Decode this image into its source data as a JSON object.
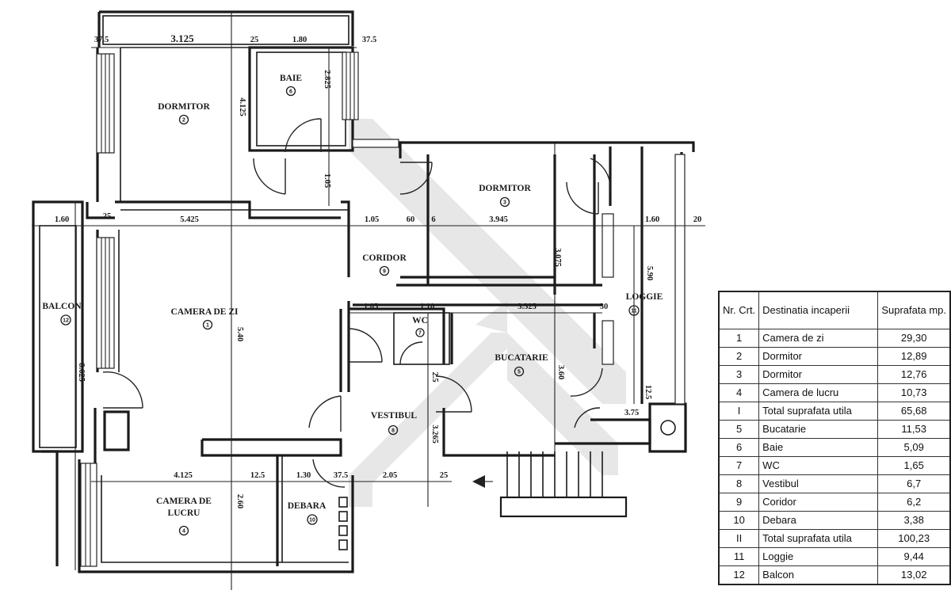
{
  "plan": {
    "rooms": [
      {
        "label": "DORMITOR",
        "num": "2"
      },
      {
        "label": "BAIE",
        "num": "6"
      },
      {
        "label": "DORMITOR",
        "num": "3"
      },
      {
        "label": "CORIDOR",
        "num": "9"
      },
      {
        "label": "BALCON",
        "num": "12"
      },
      {
        "label": "CAMERA DE ZI",
        "num": "1"
      },
      {
        "label": "LOGGIE",
        "num": "11"
      },
      {
        "label": "WC",
        "num": "7"
      },
      {
        "label": "BUCATARIE",
        "num": "5"
      },
      {
        "label": "VESTIBUL",
        "num": "8"
      },
      {
        "label": "CAMERA DE",
        "label2": "LUCRU",
        "num": "4"
      },
      {
        "label": "DEBARA",
        "num": "10"
      }
    ],
    "dimensions": [
      "37.5",
      "3.125",
      "25",
      "1.80",
      "37.5",
      "4.125",
      "2.825",
      "1.05",
      "1.60",
      "25",
      "5.425",
      "1.05",
      "60",
      "6",
      "3.945",
      "3.075",
      "1.60",
      "20",
      "5.90",
      "1.05",
      "1.10",
      "3.325",
      "30",
      "5.40",
      "8.625",
      "3.60",
      "12.5",
      "2.5",
      "3.75",
      "3.265",
      "4.125",
      "12.5",
      "1.30",
      "37.5",
      "2.05",
      "25",
      "2.60"
    ]
  },
  "area_table": {
    "headers": {
      "nr": "Nr. Crt.",
      "name": "Destinatia incaperii",
      "area": "Suprafata mp."
    },
    "rows": [
      {
        "nr": "1",
        "name": "Camera de zi",
        "area": "29,30"
      },
      {
        "nr": "2",
        "name": "Dormitor",
        "area": "12,89"
      },
      {
        "nr": "3",
        "name": "Dormitor",
        "area": "12,76"
      },
      {
        "nr": "4",
        "name": "Camera de lucru",
        "area": "10,73"
      },
      {
        "nr": "I",
        "name": "Total suprafata utila",
        "area": "65,68"
      },
      {
        "nr": "5",
        "name": "Bucatarie",
        "area": "11,53"
      },
      {
        "nr": "6",
        "name": "Baie",
        "area": "5,09"
      },
      {
        "nr": "7",
        "name": "WC",
        "area": "1,65"
      },
      {
        "nr": "8",
        "name": "Vestibul",
        "area": "6,7"
      },
      {
        "nr": "9",
        "name": "Coridor",
        "area": "6,2"
      },
      {
        "nr": "10",
        "name": "Debara",
        "area": "3,38"
      },
      {
        "nr": "II",
        "name": "Total suprafata utila",
        "area": "100,23"
      },
      {
        "nr": "11",
        "name": "Loggie",
        "area": "9,44"
      },
      {
        "nr": "12",
        "name": "Balcon",
        "area": "13,02"
      }
    ]
  }
}
